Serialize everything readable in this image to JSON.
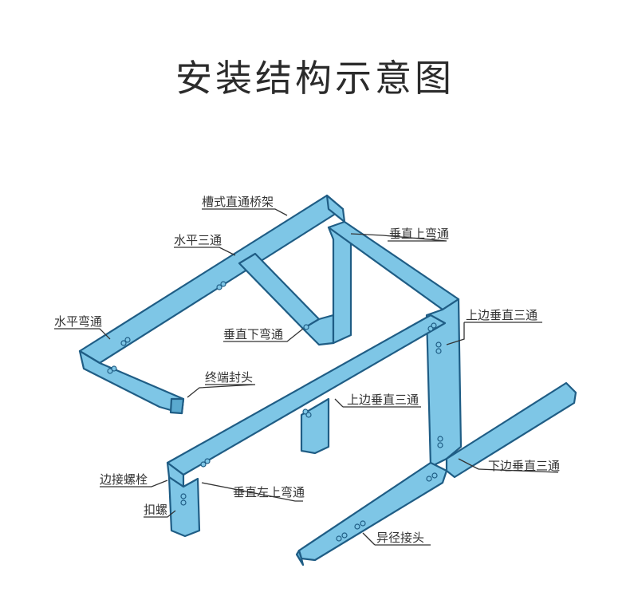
{
  "title": "安装结构示意图",
  "labels": {
    "straight_tray": "槽式直通桥架",
    "horizontal_tee": "水平三通",
    "vertical_up_bend": "垂直上弯通",
    "horizontal_bend": "水平弯通",
    "upper_edge_tee_right": "上边垂直三通",
    "vertical_down_bend": "垂直下弯通",
    "end_cap": "终端封头",
    "upper_edge_tee_mid": "上边垂直三通",
    "edge_bolt": "边接螺栓",
    "vertical_left_up_bend": "垂直左上弯通",
    "clamp_nut": "扣螺",
    "lower_edge_tee": "下边垂直三通",
    "reducer_joint": "异径接头"
  },
  "colors": {
    "tray_fill": "#7ec6e6",
    "tray_stroke": "#1f5d85",
    "text": "#333333",
    "title": "#2b2b2b"
  }
}
